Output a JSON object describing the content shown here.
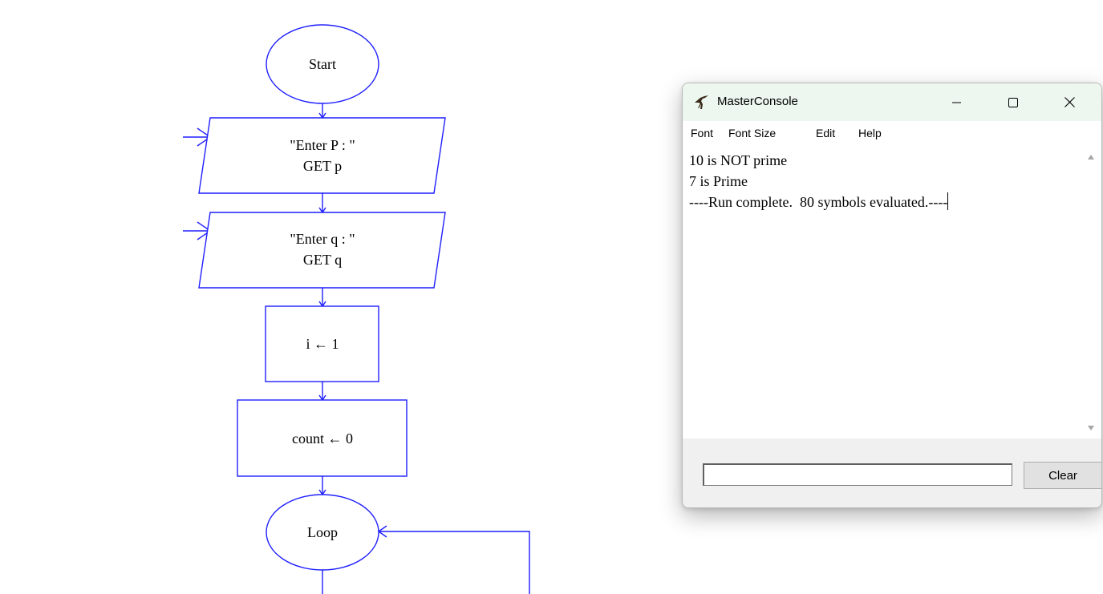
{
  "flowchart": {
    "start_label": "Start",
    "input_p_prompt": "\"Enter P : \"",
    "input_p_get": "GET p",
    "input_q_prompt": "\"Enter q : \"",
    "input_q_get": "GET q",
    "assign_i": "i ← 1",
    "assign_count": "count ← 0",
    "loop_label": "Loop",
    "stroke_color": "#1f1fff"
  },
  "console": {
    "title": "MasterConsole",
    "icon": "raptor-icon",
    "menu": [
      "Font",
      "Font Size",
      "Edit",
      "Help"
    ],
    "output_lines": [
      "10 is NOT prime",
      "7 is Prime",
      "----Run complete.  80 symbols evaluated.----"
    ],
    "input_value": "",
    "clear_label": "Clear"
  }
}
